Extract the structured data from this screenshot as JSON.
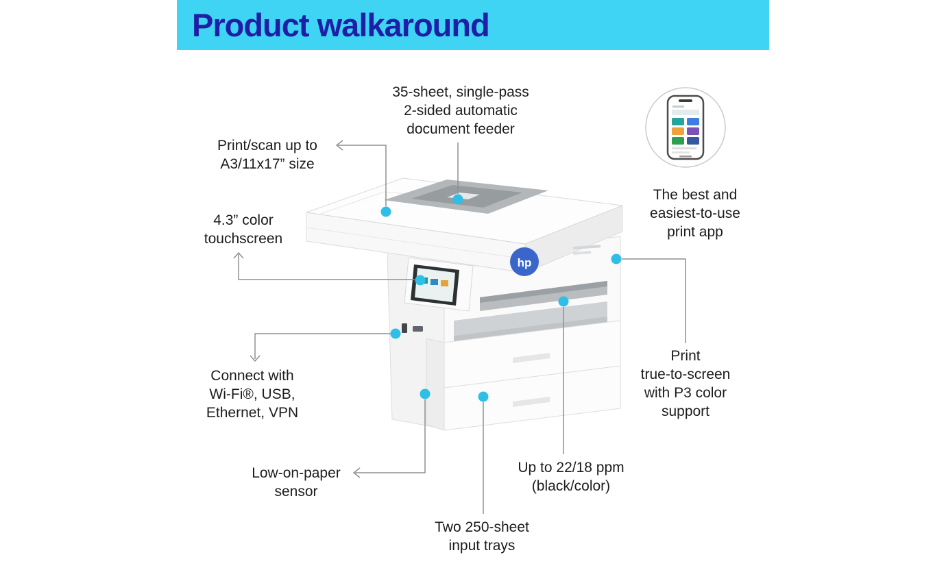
{
  "header": {
    "title": "Product walkaround"
  },
  "theme": {
    "banner-bg": "#3fd4f4",
    "banner-text": "#1e1fa6",
    "ink": "#1c1c1c",
    "line": "#8f8f8f",
    "dot": "#2fbfe6"
  },
  "printer": {
    "logo_text": "hp"
  },
  "callouts": {
    "adf": {
      "lines": [
        "35-sheet, single-pass",
        "2-sided automatic",
        "document feeder"
      ]
    },
    "print_scan": {
      "lines": [
        "Print/scan up to",
        "A3/11x17” size"
      ]
    },
    "touchscreen": {
      "lines": [
        "4.3” color",
        "touchscreen"
      ]
    },
    "connect": {
      "lines": [
        "Connect with",
        "Wi-Fi®, USB,",
        "Ethernet, VPN"
      ]
    },
    "low_paper": {
      "lines": [
        "Low-on-paper",
        "sensor"
      ]
    },
    "input_trays": {
      "lines": [
        "Two 250-sheet",
        "input trays"
      ]
    },
    "ppm": {
      "lines": [
        "Up to 22/18 ppm",
        "(black/color)"
      ]
    },
    "p3": {
      "lines": [
        "Print",
        "true-to-screen",
        "with P3 color",
        "support"
      ]
    },
    "print_app": {
      "lines": [
        "The best and",
        "easiest-to-use",
        "print app"
      ]
    }
  }
}
